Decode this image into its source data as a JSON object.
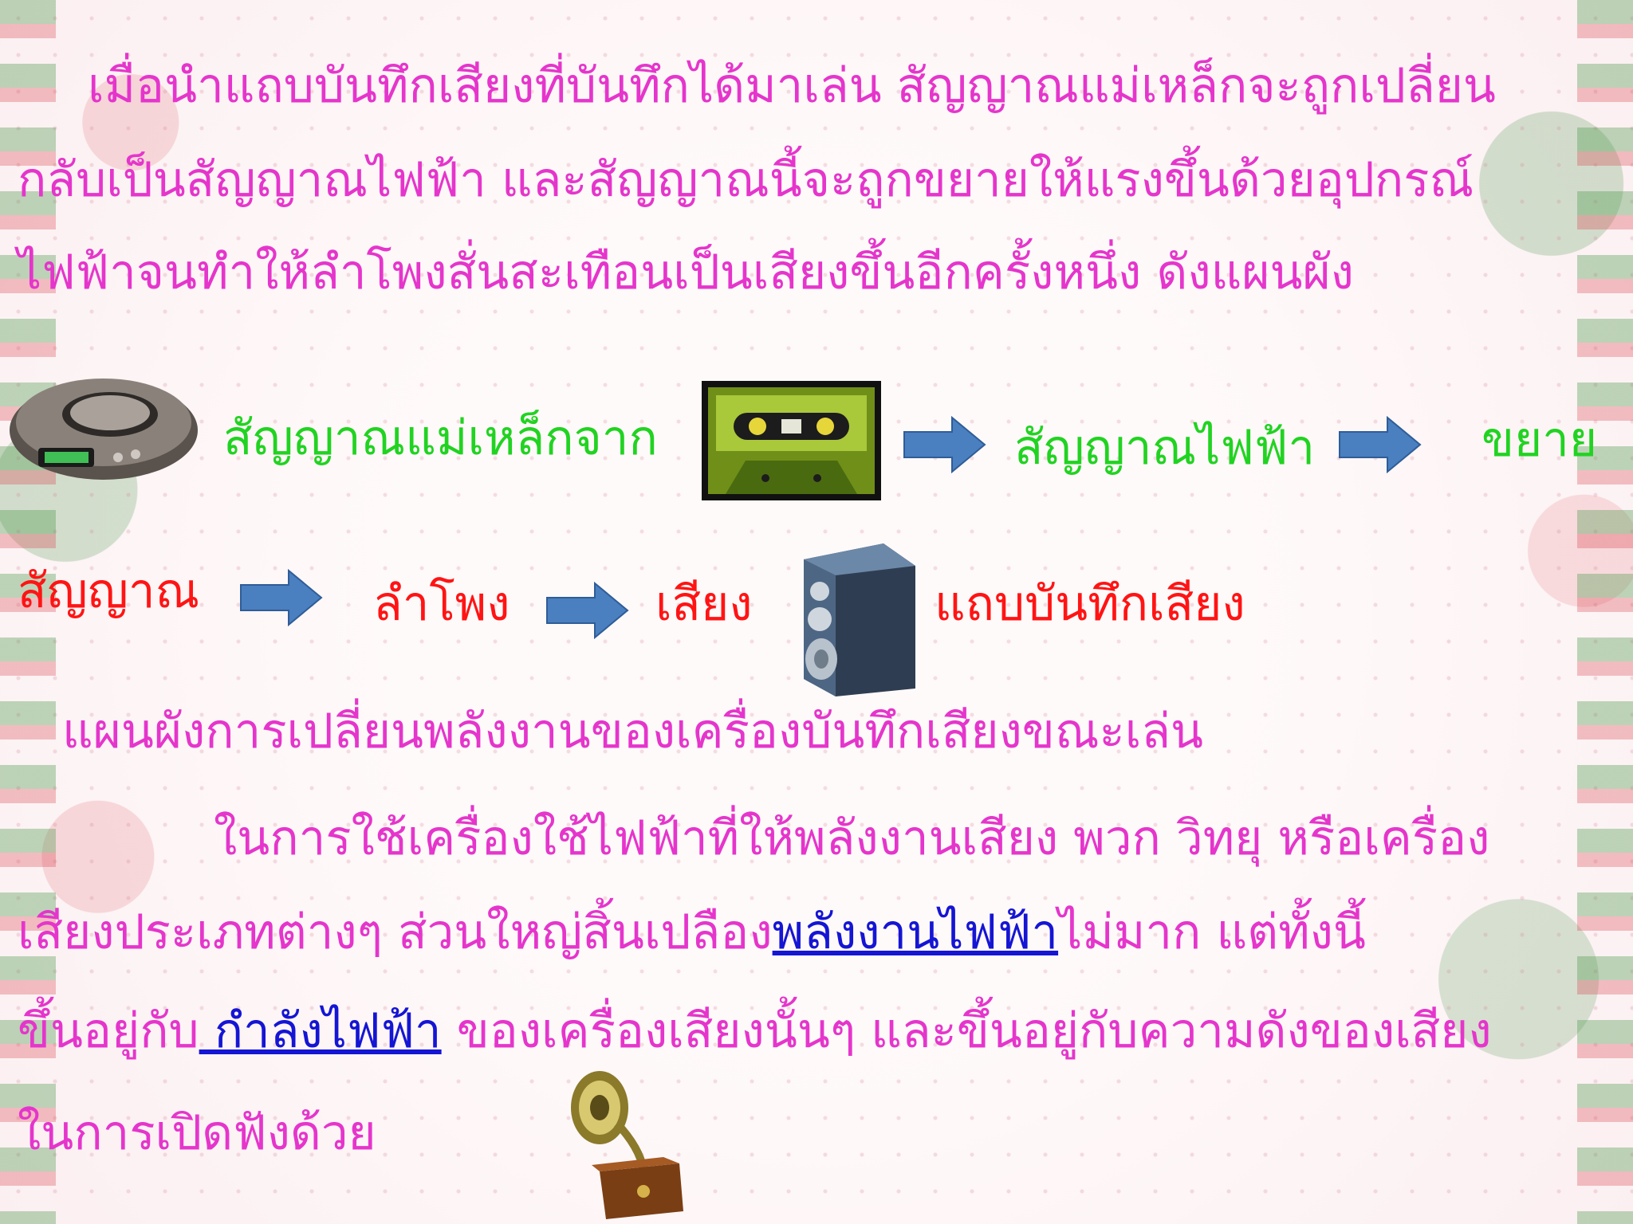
{
  "paragraph1": {
    "line1": "เมื่อนำแถบบันทึกเสียงที่บันทึกได้มาเล่น สัญญาณแม่เหล็กจะถูกเปลี่ยน",
    "line2": "กลับเป็นสัญญาณไฟฟ้า และสัญญาณนี้จะถูกขยายให้แรงขึ้นด้วยอุปกรณ์",
    "line3": "ไฟฟ้าจนทำให้ลำโพงสั่นสะเทือนเป็นเสียงขึ้นอีกครั้งหนึ่ง ดังแผนผัง"
  },
  "diagram": {
    "row1": {
      "magnetic_signal_from": "สัญญาณแม่เหล็กจาก",
      "electric_signal": "สัญญาณไฟฟ้า",
      "amplify": "ขยาย"
    },
    "row2": {
      "signal": "สัญญาณ",
      "speaker": "ลำโพง",
      "sound": "เสียง",
      "tape": "แถบบันทึกเสียง"
    },
    "caption": "แผนผังการเปลี่ยนพลังงานของเครื่องบันทึกเสียงขณะเล่น"
  },
  "paragraph2": {
    "line1": "ในการใช้เครื่องใช้ไฟฟ้าที่ให้พลังงานเสียง พวก วิทยุ หรือเครื่อง",
    "line2_pre": "เสียงประเภทต่างๆ ส่วนใหญ่สิ้นเปลือง",
    "line2_link": "พลังงานไฟฟ้า",
    "line2_post": "ไม่มาก แต่ทั้งนี้",
    "line3_pre": "ขึ้นอยู่กับ",
    "line3_link": " กำลังไฟฟ้า",
    "line3_post": " ของเครื่องเสียงนั้นๆ และขึ้นอยู่กับความดังของเสียง",
    "line4": "ในการเปิดฟังด้วย"
  },
  "colors": {
    "body_text": "#e535cc",
    "green_text": "#21d321",
    "red_text": "#ff1414",
    "link_text": "#1515d4",
    "arrow_fill": "#4a7fc0"
  },
  "icons": [
    "cd-player-icon",
    "cassette-tape-icon",
    "speaker-icon",
    "gramophone-icon",
    "arrow-right-icon"
  ]
}
